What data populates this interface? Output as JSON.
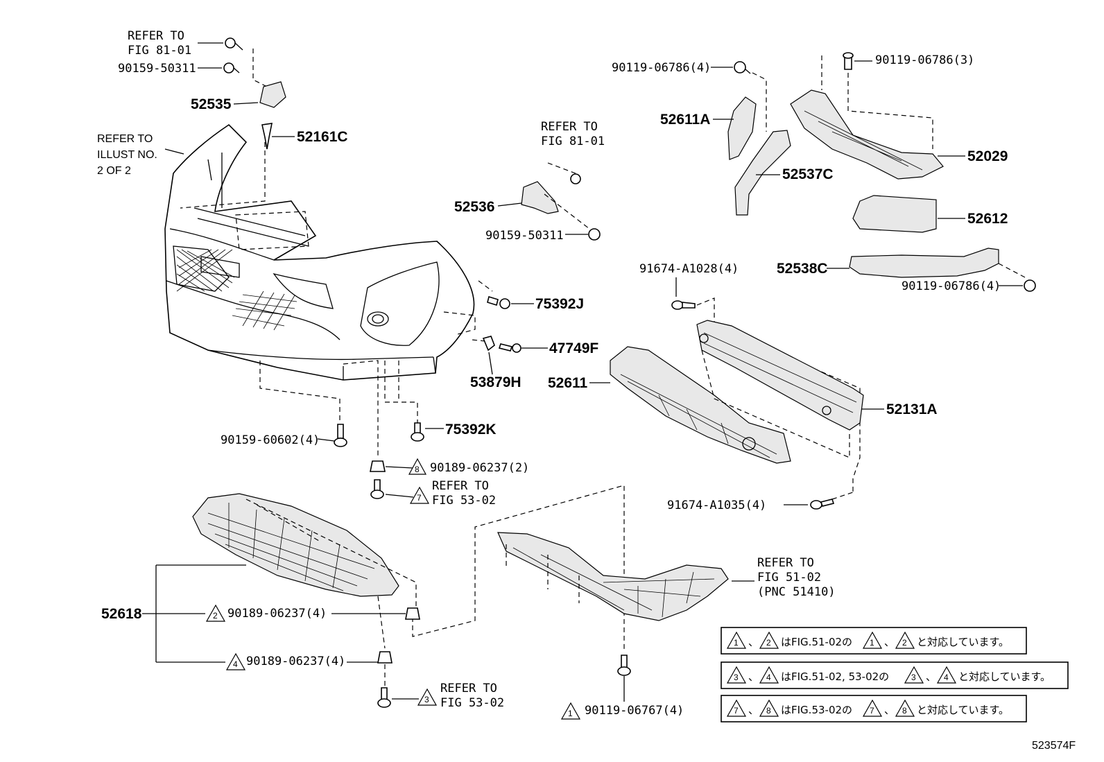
{
  "labels": {
    "refer_fig_81_01_top": [
      "REFER TO",
      "FIG 81-01"
    ],
    "p_90159_50311_top": "90159-50311",
    "p_52535": "52535",
    "refer_illust": [
      "REFER TO",
      "ILLUST NO.",
      "2 OF 2"
    ],
    "p_52161C": "52161C",
    "refer_fig_81_01_mid": [
      "REFER TO",
      "FIG 81-01"
    ],
    "p_52536": "52536",
    "p_90159_50311_mid": "90159-50311",
    "p_75392J": "75392J",
    "p_47749F": "47749F",
    "p_53879H": "53879H",
    "p_90159_60602": "90159-60602(4)",
    "p_75392K": "75392K",
    "p_90189_06237_2": "90189-06237(2)",
    "refer_fig_53_02_a": [
      "REFER TO",
      "FIG 53-02"
    ],
    "p_52618": "52618",
    "p_90189_06237_4a": "90189-06237(4)",
    "p_90189_06237_4b": "90189-06237(4)",
    "refer_fig_53_02_b": [
      "REFER TO",
      "FIG 53-02"
    ],
    "p_90119_06786_4_top": "90119-06786(4)",
    "p_52611A": "52611A",
    "p_52537C": "52537C",
    "p_90119_06786_3": "90119-06786(3)",
    "p_52029": "52029",
    "p_52612": "52612",
    "p_52538C": "52538C",
    "p_90119_06786_4_bot": "90119-06786(4)",
    "p_91674_A1028": "91674-A1028(4)",
    "p_52611": "52611",
    "p_52131A": "52131A",
    "p_91674_A1035": "91674-A1035(4)",
    "refer_fig_51_02": [
      "REFER TO",
      "FIG 51-02",
      "(PNC 51410)"
    ],
    "p_90119_06767": "90119-06767(4)",
    "figure_id": "523574F"
  },
  "triangles": {
    "t8": "8",
    "t7": "7",
    "t2": "2",
    "t4": "4",
    "t3": "3",
    "t1": "1"
  },
  "notes": {
    "note1": {
      "a": "1",
      "b": "2",
      "text": "はFIG.51-02の",
      "c": "1",
      "d": "2",
      "tail": "と対応しています。",
      "sep": "、"
    },
    "note2": {
      "a": "3",
      "b": "4",
      "text": "はFIG.51-02, 53-02の",
      "c": "3",
      "d": "4",
      "tail": "と対応しています。",
      "sep": "、"
    },
    "note3": {
      "a": "7",
      "b": "8",
      "text": "はFIG.53-02の",
      "c": "7",
      "d": "8",
      "tail": "と対応しています。",
      "sep": "、"
    }
  }
}
